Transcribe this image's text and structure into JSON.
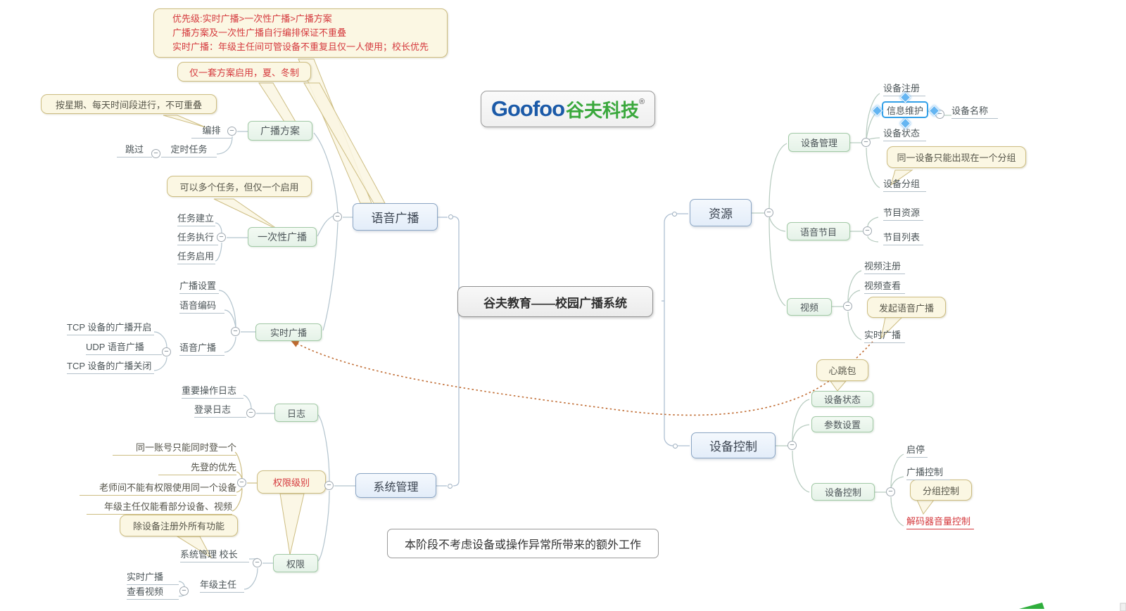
{
  "palette": {
    "main_node_fill": "#e9f0fa",
    "main_node_border": "#8aa5c4",
    "sub_node_fill": "#e8f4ea",
    "sub_node_border": "#a2c9a6",
    "callout_fill": "#fbf7e3",
    "callout_border": "#cdbd82",
    "center_fill": "#f0f0f0",
    "red_text": "#d53a3e",
    "line_blue": "#aebfd2",
    "line_green": "#b8cfc0",
    "line_tan": "#cdbd82",
    "relationship_arrow": "#bf6a30",
    "logo_blue": "#1b5aa8",
    "logo_green": "#3aa83c",
    "selection_blue": "#33a0e8"
  },
  "ui": {
    "minus": "−"
  },
  "logo": {
    "en": "Goofoo",
    "cn": "谷夫科技",
    "reg": "®"
  },
  "center_title": "谷夫教育——校园广播系统",
  "footnote": "本阶段不考虑设备或操作异常所带来的额外工作",
  "notes": {
    "priority_l1": "优先级:实时广播>一次性广播>广播方案",
    "priority_l2": "广播方案及一次性广播自行编排保证不重叠",
    "priority_l3": "实时广播：年级主任间可管设备不重复且仅一人使用；校长优先",
    "one_plan": "仅一套方案启用，夏、冬制",
    "weekly": "按星期、每天时间段进行，不可重叠",
    "multi_task": "可以多个任务，但仅一个启用",
    "one_group": "同一设备只能出现在一个分组",
    "launch_voice": "发起语音广播",
    "heartbeat": "心跳包",
    "group_control": "分组控制",
    "perm_level": "权限级别",
    "all_but_register": "除设备注册外所有功能"
  },
  "voice": {
    "label": "语音广播",
    "plan": {
      "label": "广播方案",
      "arrange": "编排",
      "timed": "定时任务",
      "skip": "跳过"
    },
    "once": {
      "label": "一次性广播",
      "create": "任务建立",
      "exec": "任务执行",
      "enable": "任务启用"
    },
    "realtime": {
      "label": "实时广播",
      "settings": "广播设置",
      "encode": "语音编码",
      "voice": "语音广播",
      "tcp_on": "TCP 设备的广播开启",
      "udp": "UDP 语音广播",
      "tcp_off": "TCP 设备的广播关闭"
    }
  },
  "system": {
    "label": "系统管理",
    "log": {
      "label": "日志",
      "op": "重要操作日志",
      "login": "登录日志"
    },
    "perm": {
      "label": "权限",
      "principal": "系统管理 校长",
      "grade_head": "年级主任",
      "rt": "实时广播",
      "video": "查看视频"
    },
    "perm_rules": [
      "同一账号只能同时登一个",
      "先登的优先",
      "老师间不能有权限使用同一个设备",
      "年级主任仅能看部分设备、视频"
    ]
  },
  "resource": {
    "label": "资源",
    "device_mgmt": {
      "label": "设备管理",
      "register": "设备注册",
      "info": "信息维护",
      "name": "设备名称",
      "status": "设备状态",
      "group": "设备分组"
    },
    "program": {
      "label": "语音节目",
      "res": "节目资源",
      "list": "节目列表"
    },
    "video": {
      "label": "视频",
      "register": "视频注册",
      "view": "视频查看",
      "realtime": "实时广播"
    }
  },
  "device": {
    "label": "设备控制",
    "status": "设备状态",
    "params": "参数设置",
    "control": {
      "label": "设备控制",
      "startstop": "启停",
      "broadcast": "广播控制",
      "decoder": "解码器音量控制"
    }
  }
}
